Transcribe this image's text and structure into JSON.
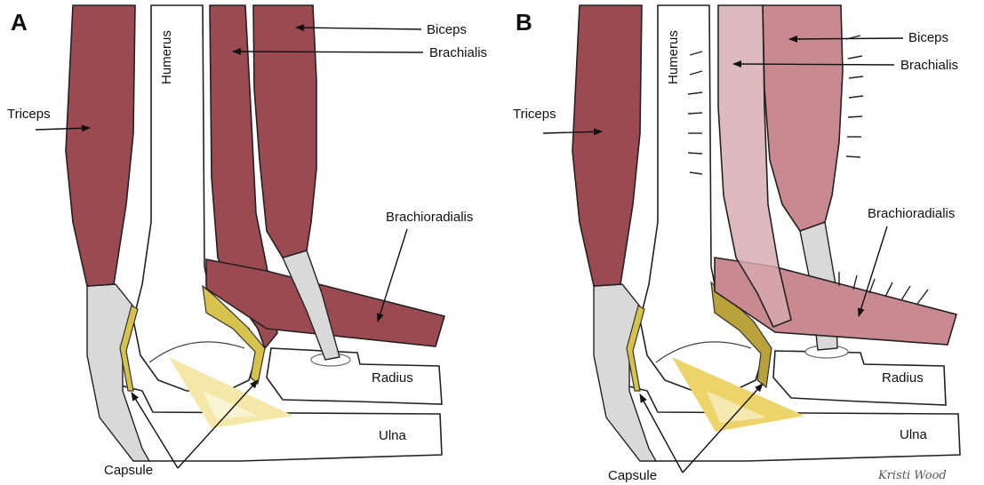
{
  "panels": [
    {
      "letter": "A",
      "labels": {
        "biceps": "Biceps",
        "brachialis": "Brachialis",
        "humerus": "Humerus",
        "triceps": "Triceps",
        "brachioradialis": "Brachioradialis",
        "radius": "Radius",
        "ulna": "Ulna",
        "capsule": "Capsule"
      }
    },
    {
      "letter": "B",
      "labels": {
        "biceps": "Biceps",
        "brachialis": "Brachialis",
        "humerus": "Humerus",
        "triceps": "Triceps",
        "brachioradialis": "Brachioradialis",
        "radius": "Radius",
        "ulna": "Ulna",
        "capsule": "Capsule"
      }
    }
  ],
  "signature": "Kristi Wood",
  "colors": {
    "muscle_active": "#9b4a52",
    "muscle_relaxed": "#c88a90",
    "brachialis_relaxed": "#d7a9ae",
    "capsule": "#d8c24e",
    "capsule_dark": "#b9a23c",
    "cartilage": "#d9d9d9",
    "triangle_light": "#f4e7a8",
    "triangle_dark": "#ecd36a"
  }
}
